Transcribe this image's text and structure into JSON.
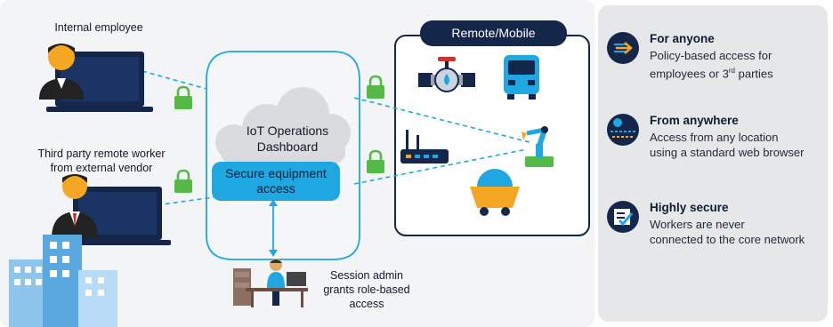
{
  "diagram": {
    "actors": {
      "internal_employee": "Internal employee",
      "third_party_line1": "Third party remote worker",
      "third_party_line2": "from external vendor",
      "session_admin_line1": "Session admin",
      "session_admin_line2": "grants role-based",
      "session_admin_line3": "access"
    },
    "hub": {
      "title_line1": "IoT Operations",
      "title_line2": "Dashboard",
      "secure_line1": "Secure equipment",
      "secure_line2": "access"
    },
    "remote": {
      "label": "Remote/Mobile"
    }
  },
  "features": [
    {
      "title": "For anyone",
      "desc_line1": "Policy-based access for",
      "desc_line2_pre": "employees or 3",
      "desc_line2_sup": "rd",
      "desc_line2_post": " parties",
      "icon": "arrow-icon"
    },
    {
      "title": "From anywhere",
      "desc_line1": "Access from any location",
      "desc_line2": "using a standard web browser",
      "icon": "globe-network-icon"
    },
    {
      "title": "Highly secure",
      "desc_line1": "Workers are never",
      "desc_line2": "connected to the core network",
      "icon": "secure-checklist-icon"
    }
  ],
  "colors": {
    "navy": "#14264a",
    "cyan": "#1ea7e1",
    "green": "#55b947",
    "orange": "#f5a623"
  }
}
